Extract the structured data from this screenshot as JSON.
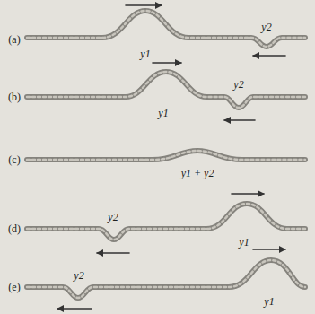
{
  "diagram": {
    "labels": [
      "(a)",
      "y2",
      "y1",
      "(b)",
      "y1",
      "y2",
      "(c)",
      "y1 + y2",
      "(d)",
      "y2",
      "y1",
      "(e)",
      "y2",
      "y1"
    ]
  }
}
